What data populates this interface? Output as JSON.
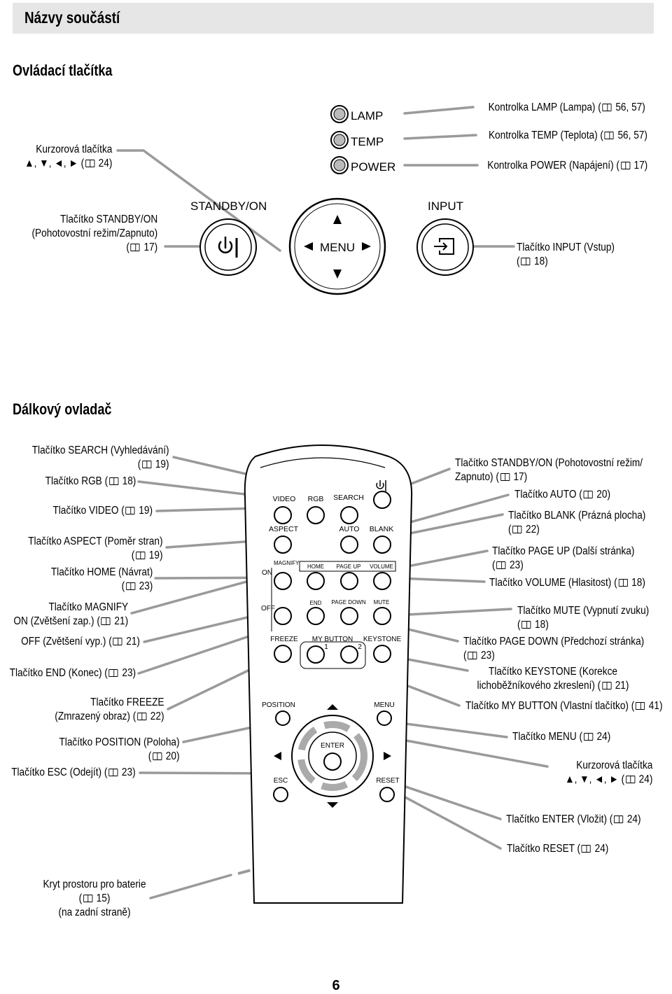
{
  "page": {
    "title": "Názvy součástí",
    "section_controls": "Ovládací tlačítka",
    "section_remote": "Dálkový ovladač",
    "page_number": "6"
  },
  "indicators": {
    "lamp": "LAMP",
    "temp": "TEMP",
    "power": "POWER"
  },
  "panel": {
    "standby": "STANDBY/ON",
    "input": "INPUT",
    "menu": "MENU"
  },
  "remote_keys": {
    "video": "VIDEO",
    "rgb": "RGB",
    "search": "SEARCH",
    "aspect": "ASPECT",
    "auto": "AUTO",
    "blank": "BLANK",
    "magnify": "MAGNIFY",
    "on": "ON",
    "home": "HOME",
    "page_up": "PAGE UP",
    "volume": "VOLUME",
    "off": "OFF",
    "end": "END",
    "page_down": "PAGE DOWN",
    "mute": "MUTE",
    "freeze": "FREEZE",
    "my_button": "MY BUTTON",
    "one": "1",
    "two": "2",
    "keystone": "KEYSTONE",
    "position": "POSITION",
    "menu": "MENU",
    "enter": "ENTER",
    "esc": "ESC",
    "reset": "RESET"
  },
  "labels": {
    "cursor_top": [
      "Kurzorová tlačítka",
      "▲, ▼, ◄, ► (",
      " 24)"
    ],
    "lamp_ind": [
      "Kontrolka LAMP (Lampa) (",
      " 56, 57)"
    ],
    "temp_ind": [
      "Kontrolka TEMP (Teplota) (",
      " 56, 57)"
    ],
    "power_ind": [
      "Kontrolka POWER (Napájení) (",
      " 17)"
    ],
    "standby_top": [
      "Tlačítko STANDBY/ON",
      "(Pohotovostní režim/Zapnuto)",
      "(",
      " 17)"
    ],
    "input_top": [
      "Tlačítko INPUT (Vstup)",
      "(",
      " 18)"
    ],
    "search": [
      "Tlačítko SEARCH (Vyhledávání)",
      "(",
      " 19)"
    ],
    "rgb": [
      "Tlačítko RGB (",
      " 18)"
    ],
    "video": [
      "Tlačítko VIDEO (",
      " 19)"
    ],
    "aspect": [
      "Tlačítko ASPECT (Poměr stran)",
      "(",
      " 19)"
    ],
    "home": [
      "Tlačítko HOME (Návrat)",
      "(",
      " 23)"
    ],
    "magnify": [
      "Tlačítko MAGNIFY",
      "ON (Zvětšení zap.) (",
      " 21)"
    ],
    "magnify_off": [
      "OFF (Zvětšení vyp.) (",
      " 21)"
    ],
    "end": [
      "Tlačítko END (Konec) (",
      " 23)"
    ],
    "freeze": [
      "Tlačítko FREEZE",
      "(Zmrazený obraz) (",
      " 22)"
    ],
    "position": [
      "Tlačítko POSITION (Poloha)",
      "(",
      " 20)"
    ],
    "esc": [
      "Tlačítko ESC (Odejít) (",
      " 23)"
    ],
    "battery": [
      "Kryt prostoru pro baterie",
      "(",
      " 15)",
      "(na zadní straně)"
    ],
    "standby_r": [
      "Tlačítko STANDBY/ON (Pohotovostní režim/",
      "Zapnuto) (",
      " 17)"
    ],
    "auto": [
      "Tlačítko AUTO (",
      " 20)"
    ],
    "blank": [
      "Tlačítko BLANK (Prázná plocha)",
      "(",
      " 22)"
    ],
    "page_up": [
      "Tlačítko PAGE UP (Další stránka)",
      "(",
      " 23)"
    ],
    "volume": [
      "Tlačítko VOLUME (Hlasitost) (",
      " 18)"
    ],
    "mute": [
      "Tlačítko MUTE (Vypnutí zvuku)",
      "(",
      " 18)"
    ],
    "page_down": [
      "Tlačítko PAGE DOWN (Předchozí stránka)",
      "(",
      " 23)"
    ],
    "keystone": [
      "Tlačítko KEYSTONE (Korekce",
      "lichoběžníkového zkreslení) (",
      " 21)"
    ],
    "my_button": [
      "Tlačítko MY BUTTON (Vlastní tlačítko) (",
      " 41)"
    ],
    "menu": [
      "Tlačítko MENU (",
      " 24)"
    ],
    "cursor_r": [
      "Kurzorová tlačítka",
      "▲, ▼, ◄, ► (",
      " 24)"
    ],
    "enter": [
      "Tlačítko ENTER (Vložit) (",
      " 24)"
    ],
    "reset": [
      "Tlačítko RESET (",
      " 24)"
    ]
  }
}
